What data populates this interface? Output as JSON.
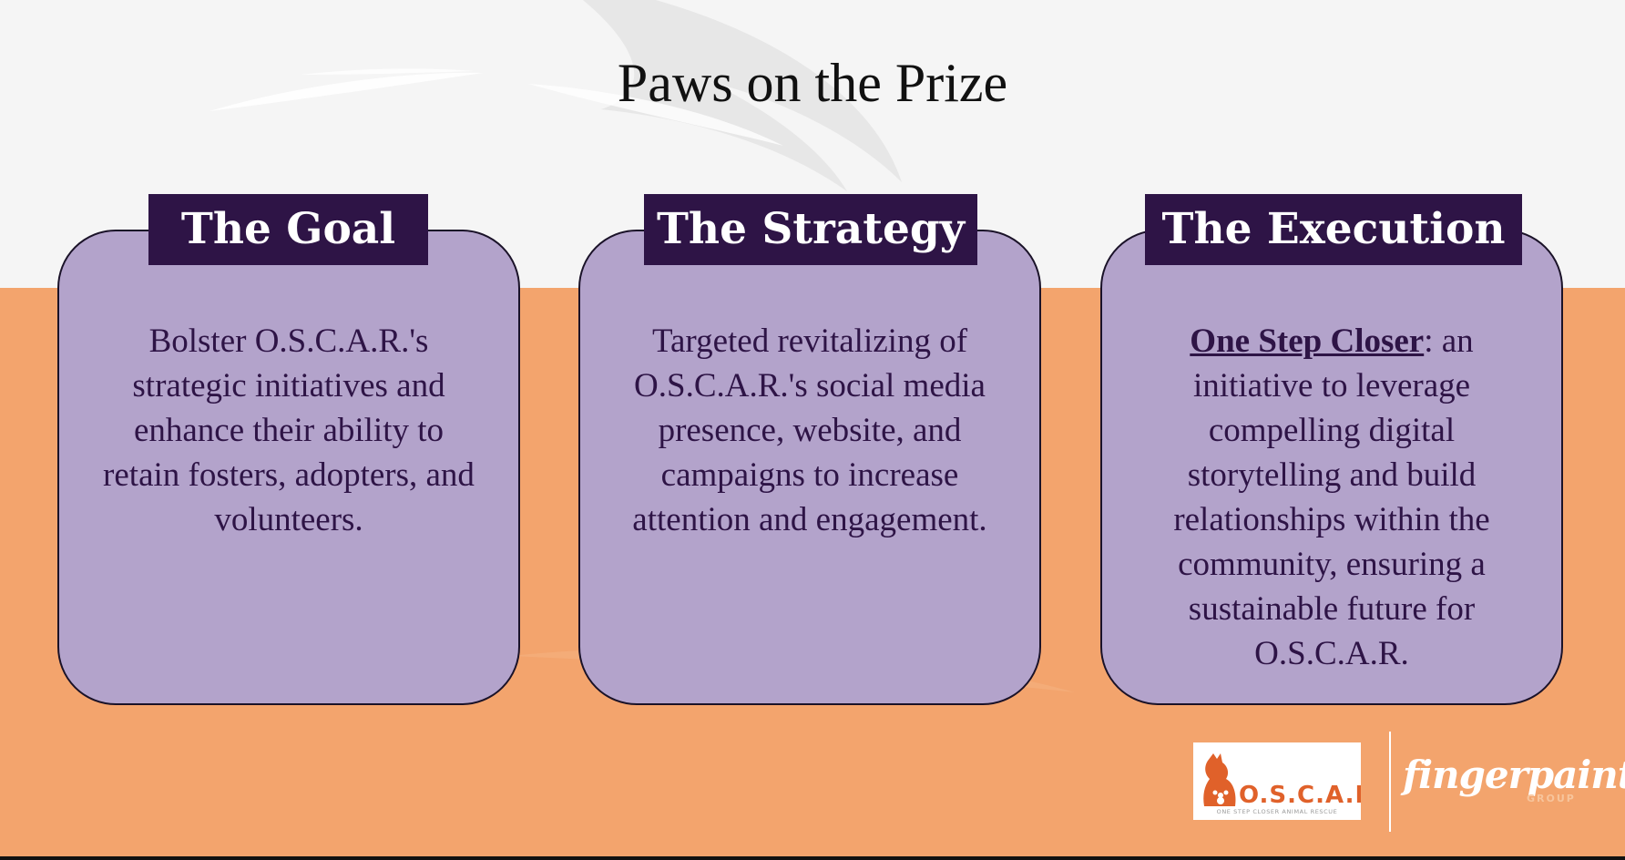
{
  "slide": {
    "title": "Paws on the Prize"
  },
  "cards": [
    {
      "heading": "The Goal",
      "body": "Bolster O.S.C.A.R.'s strategic initiatives and enhance their ability to retain fosters, adopters, and volunteers."
    },
    {
      "heading": "The Strategy",
      "body": "Targeted revitalizing of O.S.C.A.R.'s social media presence, website, and campaigns to increase attention and engagement."
    },
    {
      "heading": "The Execution",
      "initiative": "One Step Closer",
      "body": ": an initiative to leverage compelling digital storytelling and build relationships within the community, ensuring a sustainable future for O.S.C.A.R."
    }
  ],
  "logos": {
    "oscar_name": "O.S.C.A.R",
    "oscar_tagline": "ONE STEP CLOSER ANIMAL RESCUE",
    "partner_name": "fingerpaint",
    "partner_sub": "GROUP"
  },
  "colors": {
    "top_background": "#f5f5f5",
    "bottom_background": "#f3a46d",
    "card_fill": "#b3a3cb",
    "heading_fill": "#2e1446",
    "body_text": "#2e1446",
    "oscar_orange": "#e0612a"
  }
}
